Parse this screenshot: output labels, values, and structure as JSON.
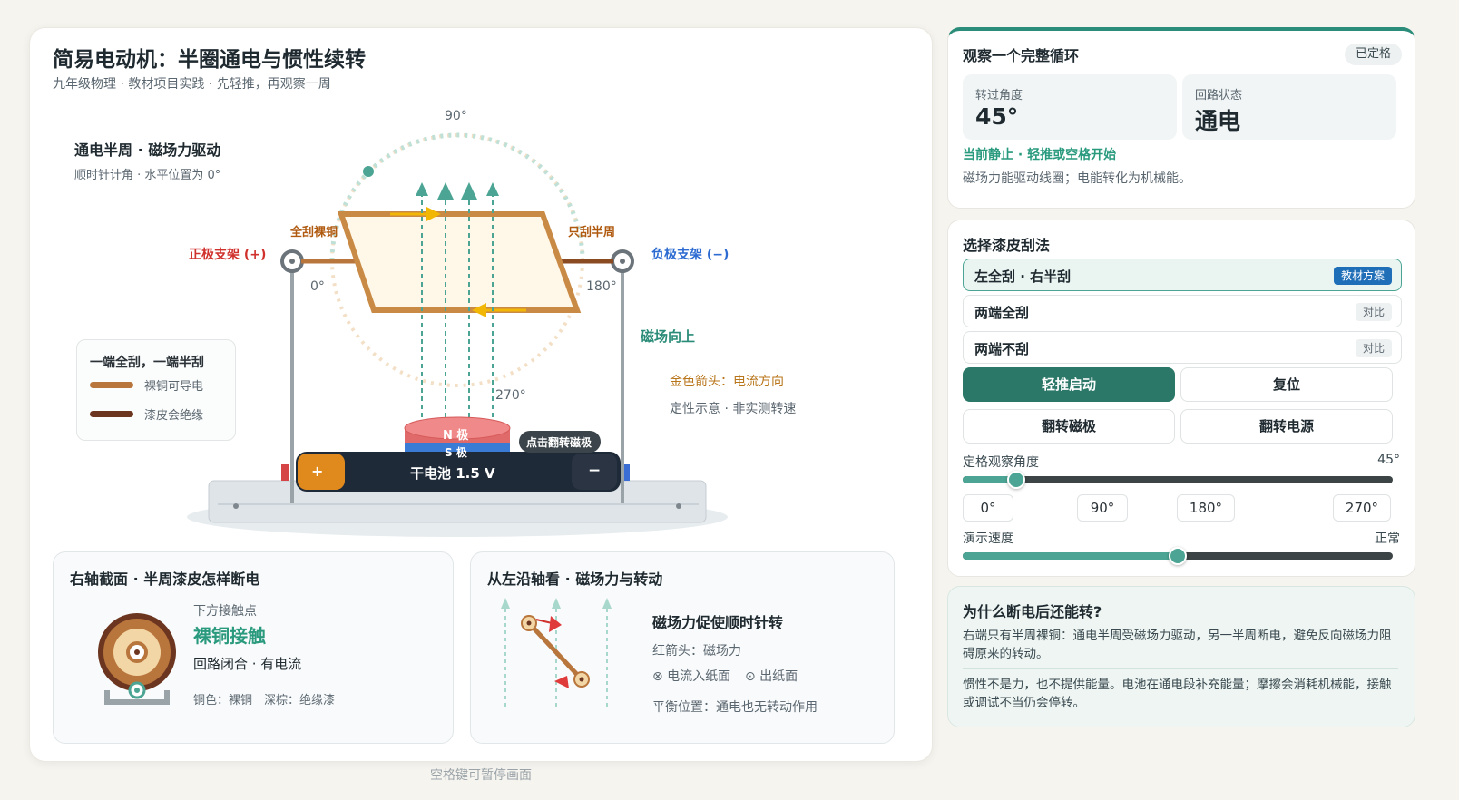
{
  "header": {
    "title": "简易电动机：半圈通电与惯性续转",
    "subtitle": "九年级物理 · 教材项目实践 · 先轻推，再观察一周"
  },
  "stage": {
    "mode_title": "通电半周 · 磁场力驱动",
    "mode_sub": "顺时针计角 · 水平位置为 0°",
    "angle_90": "90°",
    "angle_0": "0°",
    "angle_180": "180°",
    "angle_270": "270°",
    "full_scrape": "全刮裸铜",
    "half_scrape": "只刮半周",
    "pos_support": "正极支架 (+)",
    "neg_support": "负极支架 (−)",
    "field_up": "磁场向上",
    "gold_arrow": "金色箭头：电流方向",
    "qualitative": "定性示意 · 非实测转速",
    "n_pole": "N 极",
    "s_pole": "S 极",
    "flip_hint": "点击翻转磁极",
    "battery": "干电池 1.5 V",
    "battery_plus": "+",
    "battery_minus": "−",
    "legend": {
      "title": "一端全刮，一端半刮",
      "bare": "裸铜可导电",
      "enamel": "漆皮会绝缘"
    },
    "colors": {
      "bare": "#b8753c",
      "enamel": "#6b3520",
      "field": "#4ca594",
      "current": "#f2b705"
    }
  },
  "axle_card": {
    "title": "右轴截面 · 半周漆皮怎样断电",
    "contact_label": "下方接触点",
    "contact_state": "裸铜接触",
    "circuit": "回路闭合 · 有电流",
    "color_key": "铜色：裸铜　深棕：绝缘漆"
  },
  "force_card": {
    "title": "从左沿轴看 · 磁场力与转动",
    "heading": "磁场力促使顺时针转",
    "red_arrow": "红箭头：磁场力",
    "into_page": "⊗ 电流入纸面",
    "out_page": "⊙ 出纸面",
    "balance": "平衡位置：通电也无转动作用"
  },
  "pause_hint": "空格键可暂停画面",
  "observe": {
    "title": "观察一个完整循环",
    "badge": "已定格",
    "angle_label": "转过角度",
    "angle_value": "45°",
    "circuit_label": "回路状态",
    "circuit_value": "通电",
    "status": "当前静止 · 轻推或空格开始",
    "desc": "磁场力能驱动线圈；电能转化为机械能。"
  },
  "scrape": {
    "title": "选择漆皮刮法",
    "options": [
      {
        "label": "左全刮 · 右半刮",
        "badge": "教材方案"
      },
      {
        "label": "两端全刮",
        "badge": "对比"
      },
      {
        "label": "两端不刮",
        "badge": "对比"
      }
    ],
    "start": "轻推启动",
    "reset": "复位",
    "flip_magnet": "翻转磁极",
    "flip_battery": "翻转电源",
    "angle_label": "定格观察角度",
    "angle_value": "45°",
    "angle_fraction": 0.125,
    "chips": [
      "0°",
      "90°",
      "180°",
      "270°"
    ],
    "speed_label": "演示速度",
    "speed_value": "正常",
    "speed_fraction": 0.5
  },
  "why": {
    "title": "为什么断电后还能转?",
    "p1": "右端只有半周裸铜：通电半周受磁场力驱动，另一半周断电，避免反向磁场力阻碍原来的转动。",
    "p2": "惯性不是力，也不提供能量。电池在通电段补充能量；摩擦会消耗机械能，接触或调试不当仍会停转。"
  }
}
